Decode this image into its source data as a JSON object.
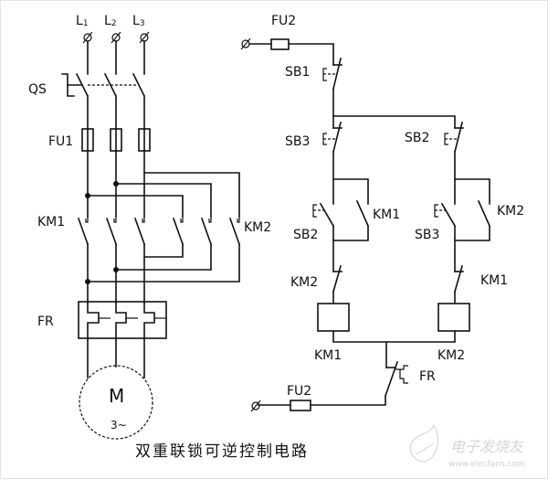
{
  "diagram": {
    "title": "双重联锁可逆控制电路",
    "main_circuit": {
      "phases": [
        {
          "label": "L",
          "sub": "1"
        },
        {
          "label": "L",
          "sub": "2"
        },
        {
          "label": "L",
          "sub": "3"
        }
      ],
      "switch_label": "QS",
      "fuse_label": "FU1",
      "contactor_forward_label": "KM1",
      "contactor_reverse_label": "KM2",
      "overload_label": "FR",
      "motor_label": "M",
      "motor_sub_label": "3~"
    },
    "control_circuit": {
      "fuse_top_label": "FU2",
      "stop_button_label": "SB1",
      "left_branch": {
        "nc_button_label": "SB3",
        "no_button_label": "SB2",
        "holding_contact_label": "KM1",
        "interlock_contact_label": "KM2",
        "coil_label": "KM1"
      },
      "right_branch": {
        "nc_button_label": "SB2",
        "no_button_label": "SB3",
        "holding_contact_label": "KM2",
        "interlock_contact_label": "KM1",
        "coil_label": "KM2"
      },
      "overload_contact_label": "FR",
      "fuse_bottom_label": "FU2"
    }
  },
  "watermark": {
    "brand": "电子发烧友",
    "url": "www.elecfans.com"
  }
}
